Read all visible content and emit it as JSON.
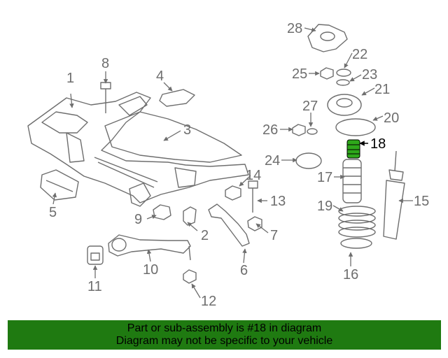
{
  "diagram": {
    "callouts": [
      "1",
      "2",
      "3",
      "4",
      "5",
      "6",
      "7",
      "8",
      "9",
      "10",
      "11",
      "12",
      "13",
      "14",
      "15",
      "16",
      "17",
      "18",
      "19",
      "20",
      "21",
      "22",
      "23",
      "24",
      "25",
      "26",
      "27",
      "28"
    ],
    "highlighted_part": "18"
  },
  "colors": {
    "banner_bg": "#1f7a11",
    "highlight_part": "#2ea81a",
    "line_art": "#6e6e6e"
  },
  "footer": {
    "line1": "Part or sub-assembly is #18 in diagram",
    "line2": "Diagram may not be specific to your vehicle"
  }
}
